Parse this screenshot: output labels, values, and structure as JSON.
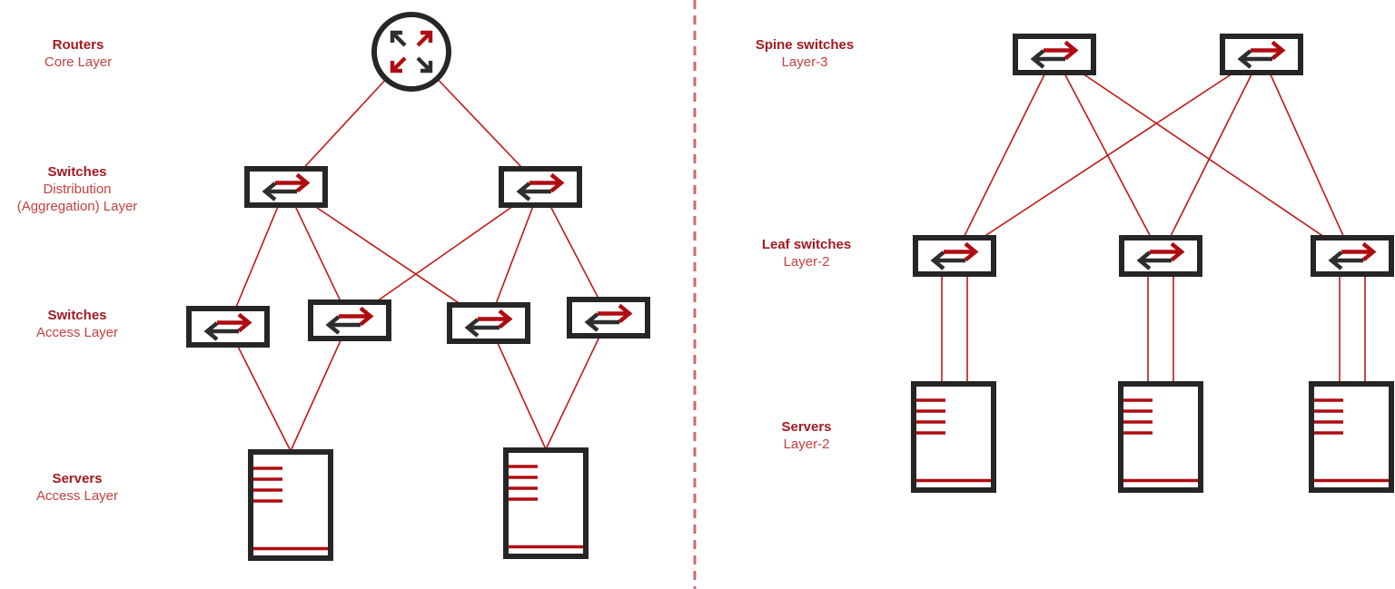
{
  "colors": {
    "background": "#ffffff",
    "label_title": "#a31a1f",
    "label_subtitle": "#c4403f",
    "connection_line": "#c01818",
    "icon_outline": "#262626",
    "icon_accent_red": "#b00b10",
    "divider_dashed": "#d06a6a"
  },
  "icons": {
    "router": "router-icon",
    "switch": "switch-icon",
    "server": "server-icon"
  },
  "left_diagram": {
    "labels": {
      "core": {
        "title": "Routers",
        "subtitle": "Core Layer"
      },
      "distribution": {
        "title": "Switches",
        "subtitle_line1": "Distribution",
        "subtitle_line2": "(Aggregation) Layer"
      },
      "access": {
        "title": "Switches",
        "subtitle": "Access Layer"
      },
      "servers": {
        "title": "Servers",
        "subtitle": "Access Layer"
      }
    },
    "node_counts": {
      "routers": 1,
      "distribution_switches": 2,
      "access_switches": 4,
      "servers": 2
    }
  },
  "right_diagram": {
    "labels": {
      "spine": {
        "title": "Spine switches",
        "subtitle": "Layer-3"
      },
      "leaf": {
        "title": "Leaf switches",
        "subtitle": "Layer-2"
      },
      "servers": {
        "title": "Servers",
        "subtitle": "Layer-2"
      }
    },
    "node_counts": {
      "spine_switches": 2,
      "leaf_switches": 3,
      "servers": 3
    }
  }
}
